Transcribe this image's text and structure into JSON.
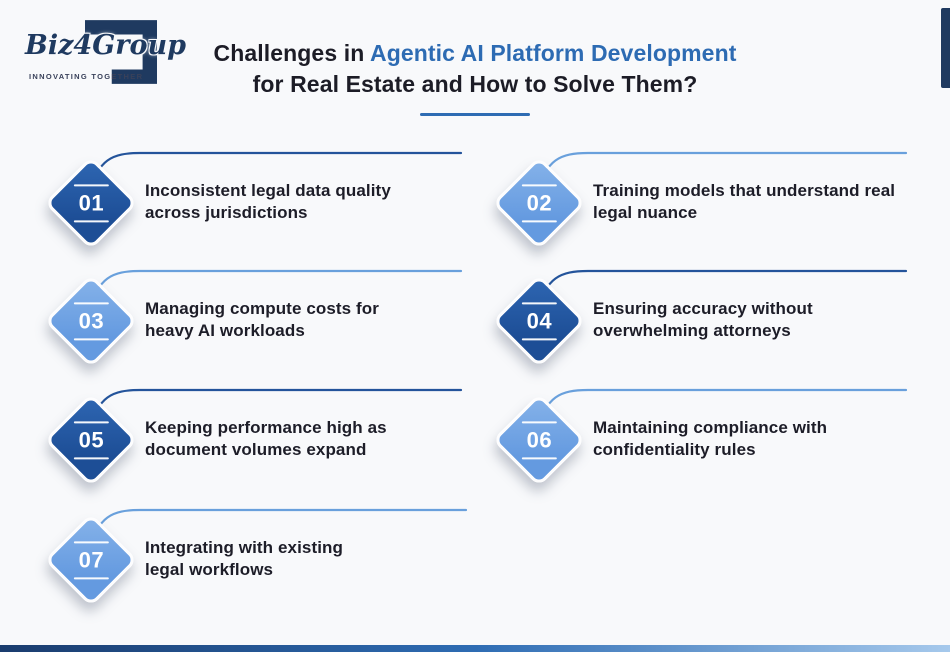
{
  "brand": {
    "logo_parts": {
      "italic": "Biz",
      "digit": "4",
      "rest": "Group"
    },
    "tagline": "INNOVATING TOGETHER"
  },
  "title": {
    "line1_prefix": "Challenges in",
    "line1_highlight": "Agentic AI Platform Development",
    "line2": "for Real Estate and How to Solve Them?"
  },
  "colors": {
    "background": "#f8f9fb",
    "title_text": "#1c1c26",
    "title_highlight": "#2d6bb3",
    "accent_underline": "#2e6cb3",
    "body_text": "#1d1d28",
    "logo_navy": "#1f3a60",
    "tagline_text": "#39415a",
    "diamond_dark": "#1d4e96",
    "diamond_dark_light": "#2e66b2",
    "diamond_light": "#649ae0",
    "diamond_light_light": "#85b2e9",
    "connector_dark": "#24549b",
    "connector_light": "#69a0dc",
    "footer_left": "#1a3c6e",
    "footer_mid": "#2e6cb3",
    "footer_right": "#a6c9ec"
  },
  "items": [
    {
      "number": "01",
      "variant": "dark",
      "lines": [
        "Inconsistent legal data quality",
        "across jurisdictions"
      ]
    },
    {
      "number": "02",
      "variant": "light",
      "lines": [
        "Training models that understand real",
        "legal nuance"
      ]
    },
    {
      "number": "03",
      "variant": "light",
      "lines": [
        "Managing compute costs for",
        "heavy AI workloads"
      ]
    },
    {
      "number": "04",
      "variant": "dark",
      "lines": [
        "Ensuring accuracy without",
        "overwhelming attorneys"
      ]
    },
    {
      "number": "05",
      "variant": "dark",
      "lines": [
        "Keeping performance high as",
        "document volumes expand"
      ]
    },
    {
      "number": "06",
      "variant": "light",
      "lines": [
        "Maintaining compliance with",
        "confidentiality rules"
      ]
    },
    {
      "number": "07",
      "variant": "light",
      "lines": [
        "Integrating with existing",
        "legal workflows"
      ]
    }
  ]
}
